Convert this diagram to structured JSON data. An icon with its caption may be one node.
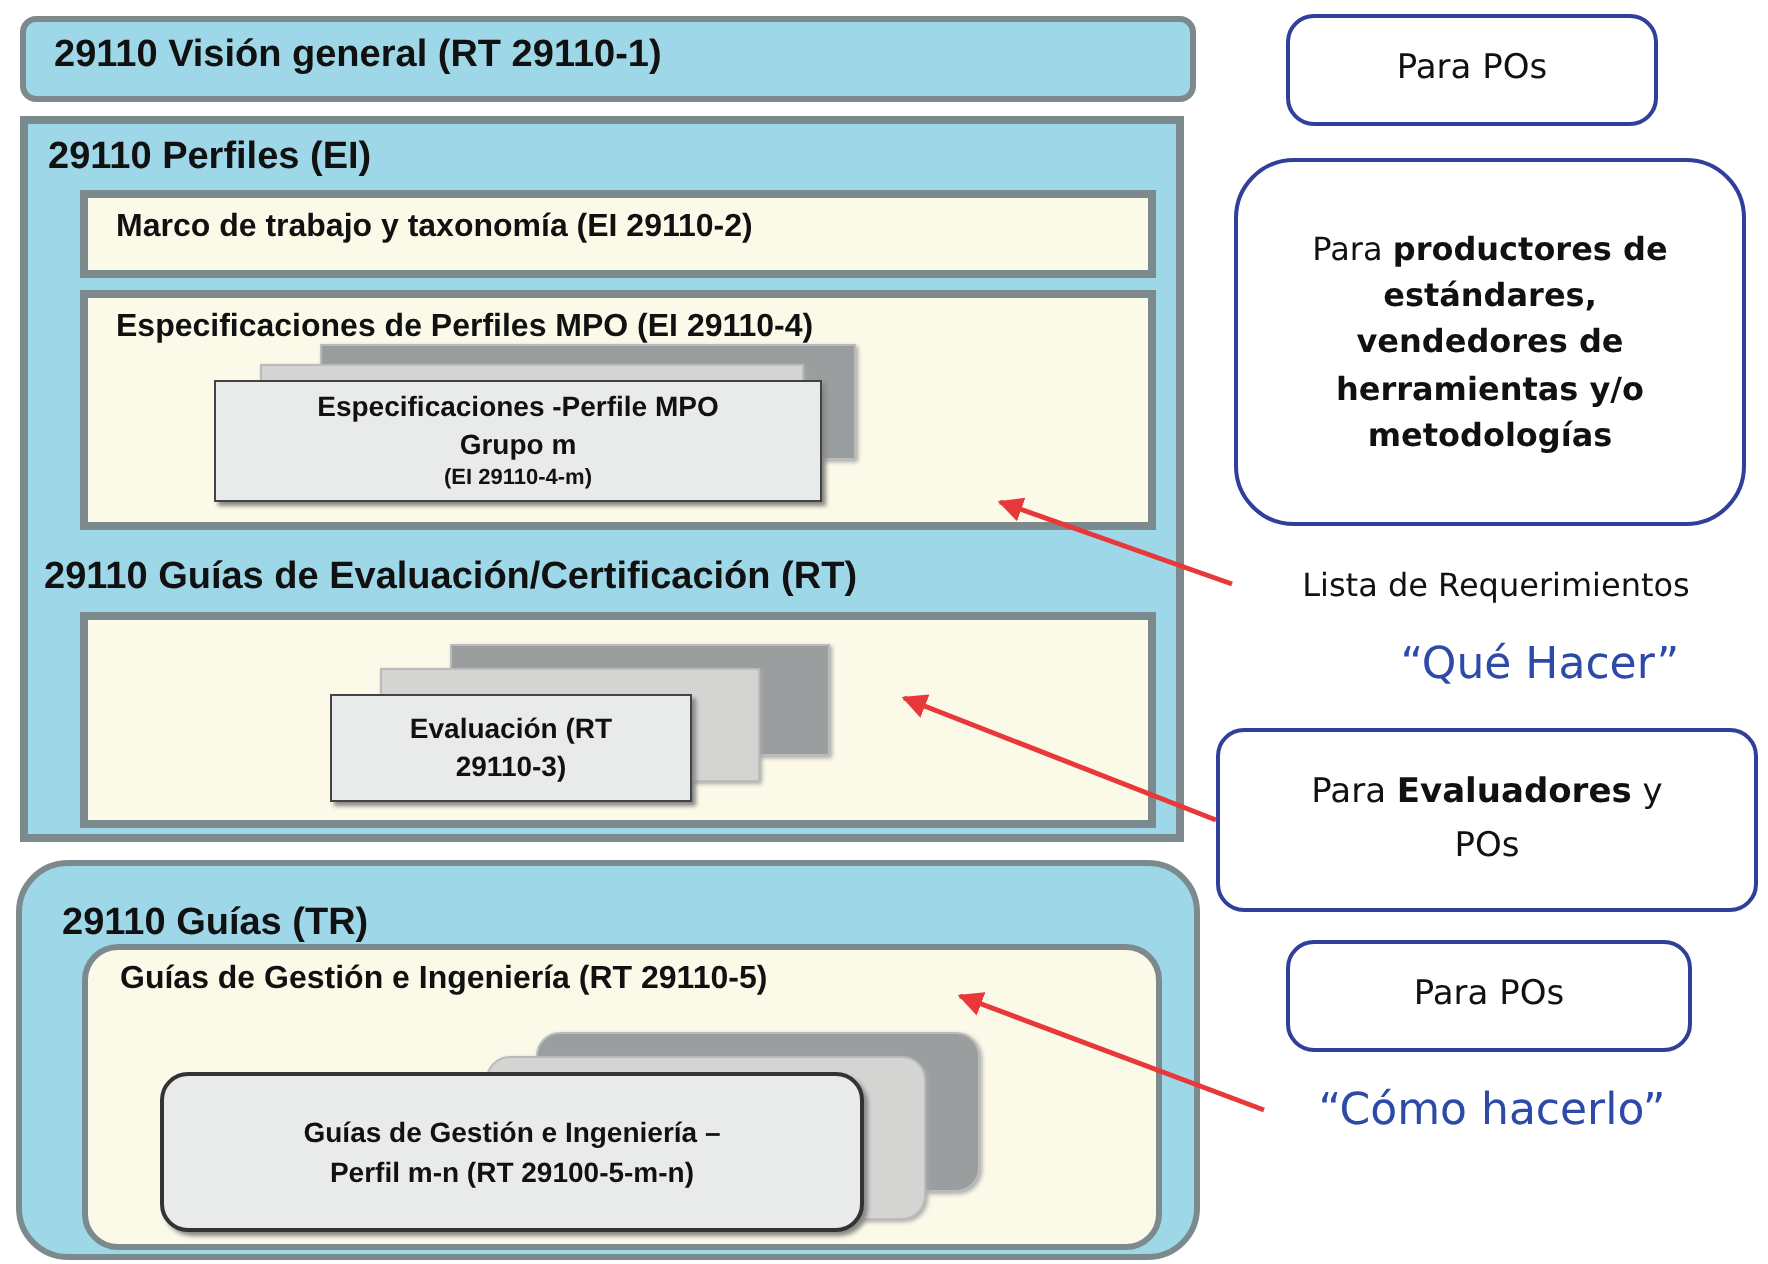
{
  "diagram": {
    "nodes": [
      {
        "text": [
          "29110 Visión general  (RT 29110-1)"
        ]
      },
      {
        "text": [
          "29110 Perfiles (EI)"
        ]
      },
      {
        "text": [
          "Marco de trabajo y taxonomía (EI 29110-2)"
        ],
        "in": 1
      },
      {
        "text": [
          "Especificaciones de Perfiles MPO (EI 29110-4)"
        ],
        "in": 1
      },
      {
        "text": [
          "Especificaciones -Perfile MPO Grupo m",
          "(EI 29110-4-m)"
        ],
        "in": 3
      },
      {
        "text": [
          "29110 Guías de Evaluación/Certificación  (RT)"
        ],
        "in": 1
      },
      {
        "text": [
          "Evaluación (RT 29110-3)"
        ],
        "in": 5
      },
      {
        "text": [
          "29110 Guías (TR)"
        ]
      },
      {
        "text": [
          "Guías de Gestión e Ingeniería (RT 29110-5)"
        ],
        "in": 7
      },
      {
        "text": [
          "Guías de Gestión e Ingeniería – Perfil m-n (RT 29100-5-m-n)"
        ],
        "in": 8
      },
      {
        "text": [
          "Para POs"
        ]
      },
      {
        "text": [
          "Para **productores de estándares, vendedores de herramientas y/o metodologías**"
        ]
      },
      {
        "text": [
          "Lista de Requerimientos"
        ]
      },
      {
        "text": [
          "Para **Evaluadores** y POs"
        ]
      },
      {
        "text": [
          "Para POs"
        ]
      },
      {
        "text": [
          "“Cómo hacerlo”"
        ]
      }
    ],
    "edges": [
      {
        "from": 12,
        "to": 3,
        "arrow": "to"
      },
      {
        "from": 13,
        "to": 5,
        "arrow": "to"
      },
      {
        "from": 15,
        "to": 8,
        "arrow": "to"
      }
    ],
    "labels": [
      "“Qué Hacer”"
    ]
  }
}
